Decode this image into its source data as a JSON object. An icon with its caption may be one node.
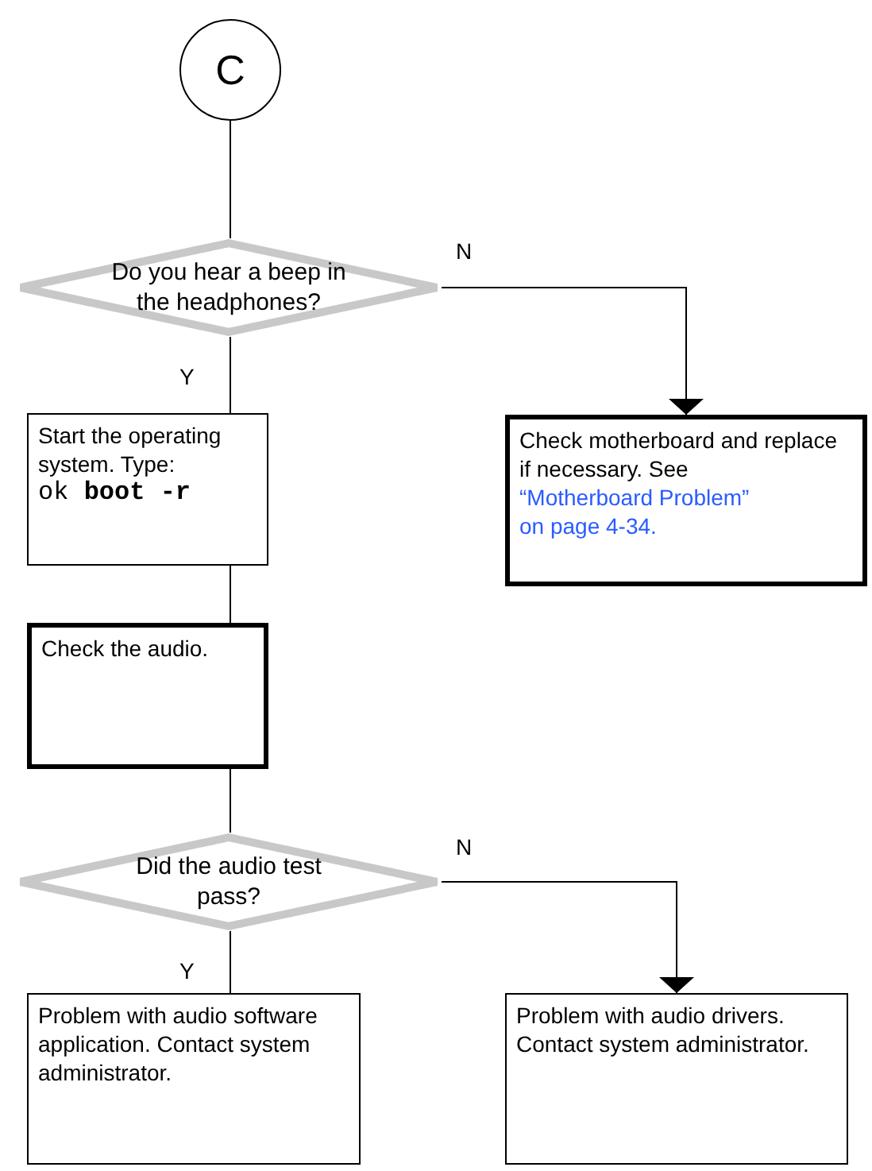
{
  "diagram": {
    "nodes": [
      {
        "text": [
          "C"
        ]
      },
      {
        "text": [
          "Do you hear a beep in the headphones?"
        ]
      },
      {
        "text": [
          "Start the operating system. Type:",
          "ok **boot -r**"
        ]
      },
      {
        "text": [
          "Check motherboard and replace if necessary. See",
          "“Motherboard Problem”",
          "on page 4-34."
        ]
      },
      {
        "text": [
          "Check the audio."
        ]
      },
      {
        "text": [
          "Did the audio test pass?"
        ]
      },
      {
        "text": [
          "Problem with audio software application. Contact system administrator."
        ]
      },
      {
        "text": [
          "Problem with audio drivers. Contact system administrator."
        ]
      }
    ],
    "edges": [
      {
        "from": 0,
        "to": 1,
        "arrow": "none"
      },
      {
        "from": 1,
        "to": 2,
        "arrow": "none",
        "label": "Y"
      },
      {
        "from": 1,
        "to": 3,
        "arrow": "to",
        "label": "N"
      },
      {
        "from": 2,
        "to": 4,
        "arrow": "none"
      },
      {
        "from": 4,
        "to": 5,
        "arrow": "none"
      },
      {
        "from": 5,
        "to": 6,
        "arrow": "none",
        "label": "Y"
      },
      {
        "from": 5,
        "to": 7,
        "arrow": "to",
        "label": "N"
      }
    ]
  }
}
